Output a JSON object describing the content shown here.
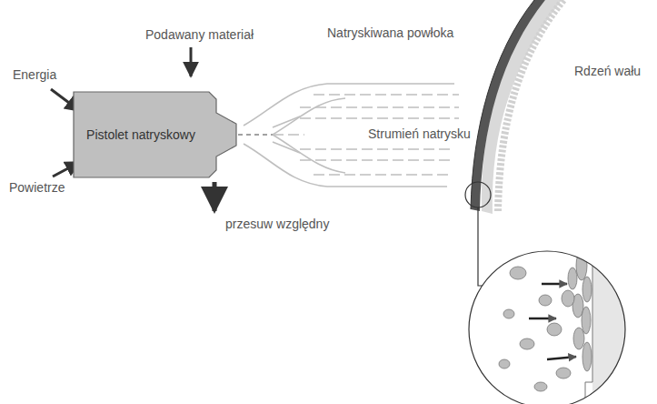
{
  "diagram": {
    "nodes": [
      {
        "text": [
          "Pistolet natryskowy"
        ]
      }
    ],
    "labels": [
      "Energia",
      "Podawany materiał",
      "Natryskiwana powłoka",
      "Rdzeń wału",
      "Strumień natrysku",
      "Powietrze",
      "przesuw względny"
    ]
  }
}
